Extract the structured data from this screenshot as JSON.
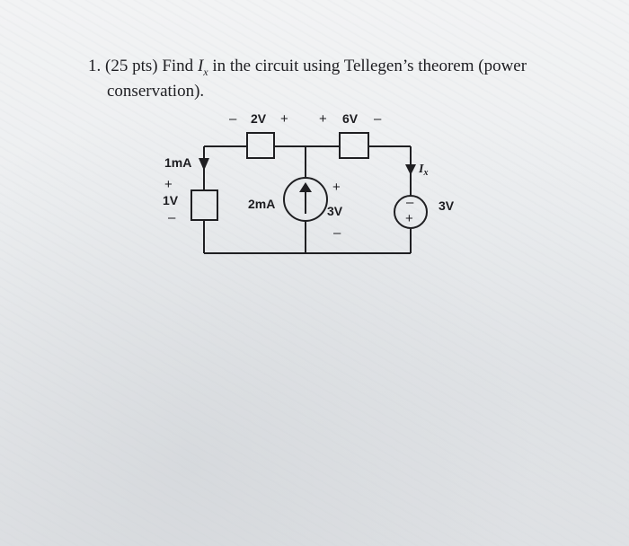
{
  "problem": {
    "number": "1.",
    "points": "(25 pts)",
    "text_before": "Find",
    "var_main": "I",
    "var_sub": "x",
    "text_after": "in the circuit using Tellegen’s theorem (power",
    "text_line2": "conservation)."
  },
  "circuit": {
    "element_2v": {
      "value": "2V",
      "minus": "–",
      "plus": "+"
    },
    "element_6v": {
      "value": "6V",
      "minus": "–",
      "plus": "+"
    },
    "left_element": {
      "current": "1mA",
      "voltage": "1V",
      "plus": "+",
      "minus": "–"
    },
    "current_source": {
      "value": "2mA"
    },
    "source_voltage": {
      "value": "3V",
      "plus": "+",
      "minus": "–"
    },
    "right_source": {
      "current_label_main": "I",
      "current_label_sub": "x",
      "voltage": "3V",
      "top_sign": "–",
      "bottom_sign": "+"
    }
  }
}
